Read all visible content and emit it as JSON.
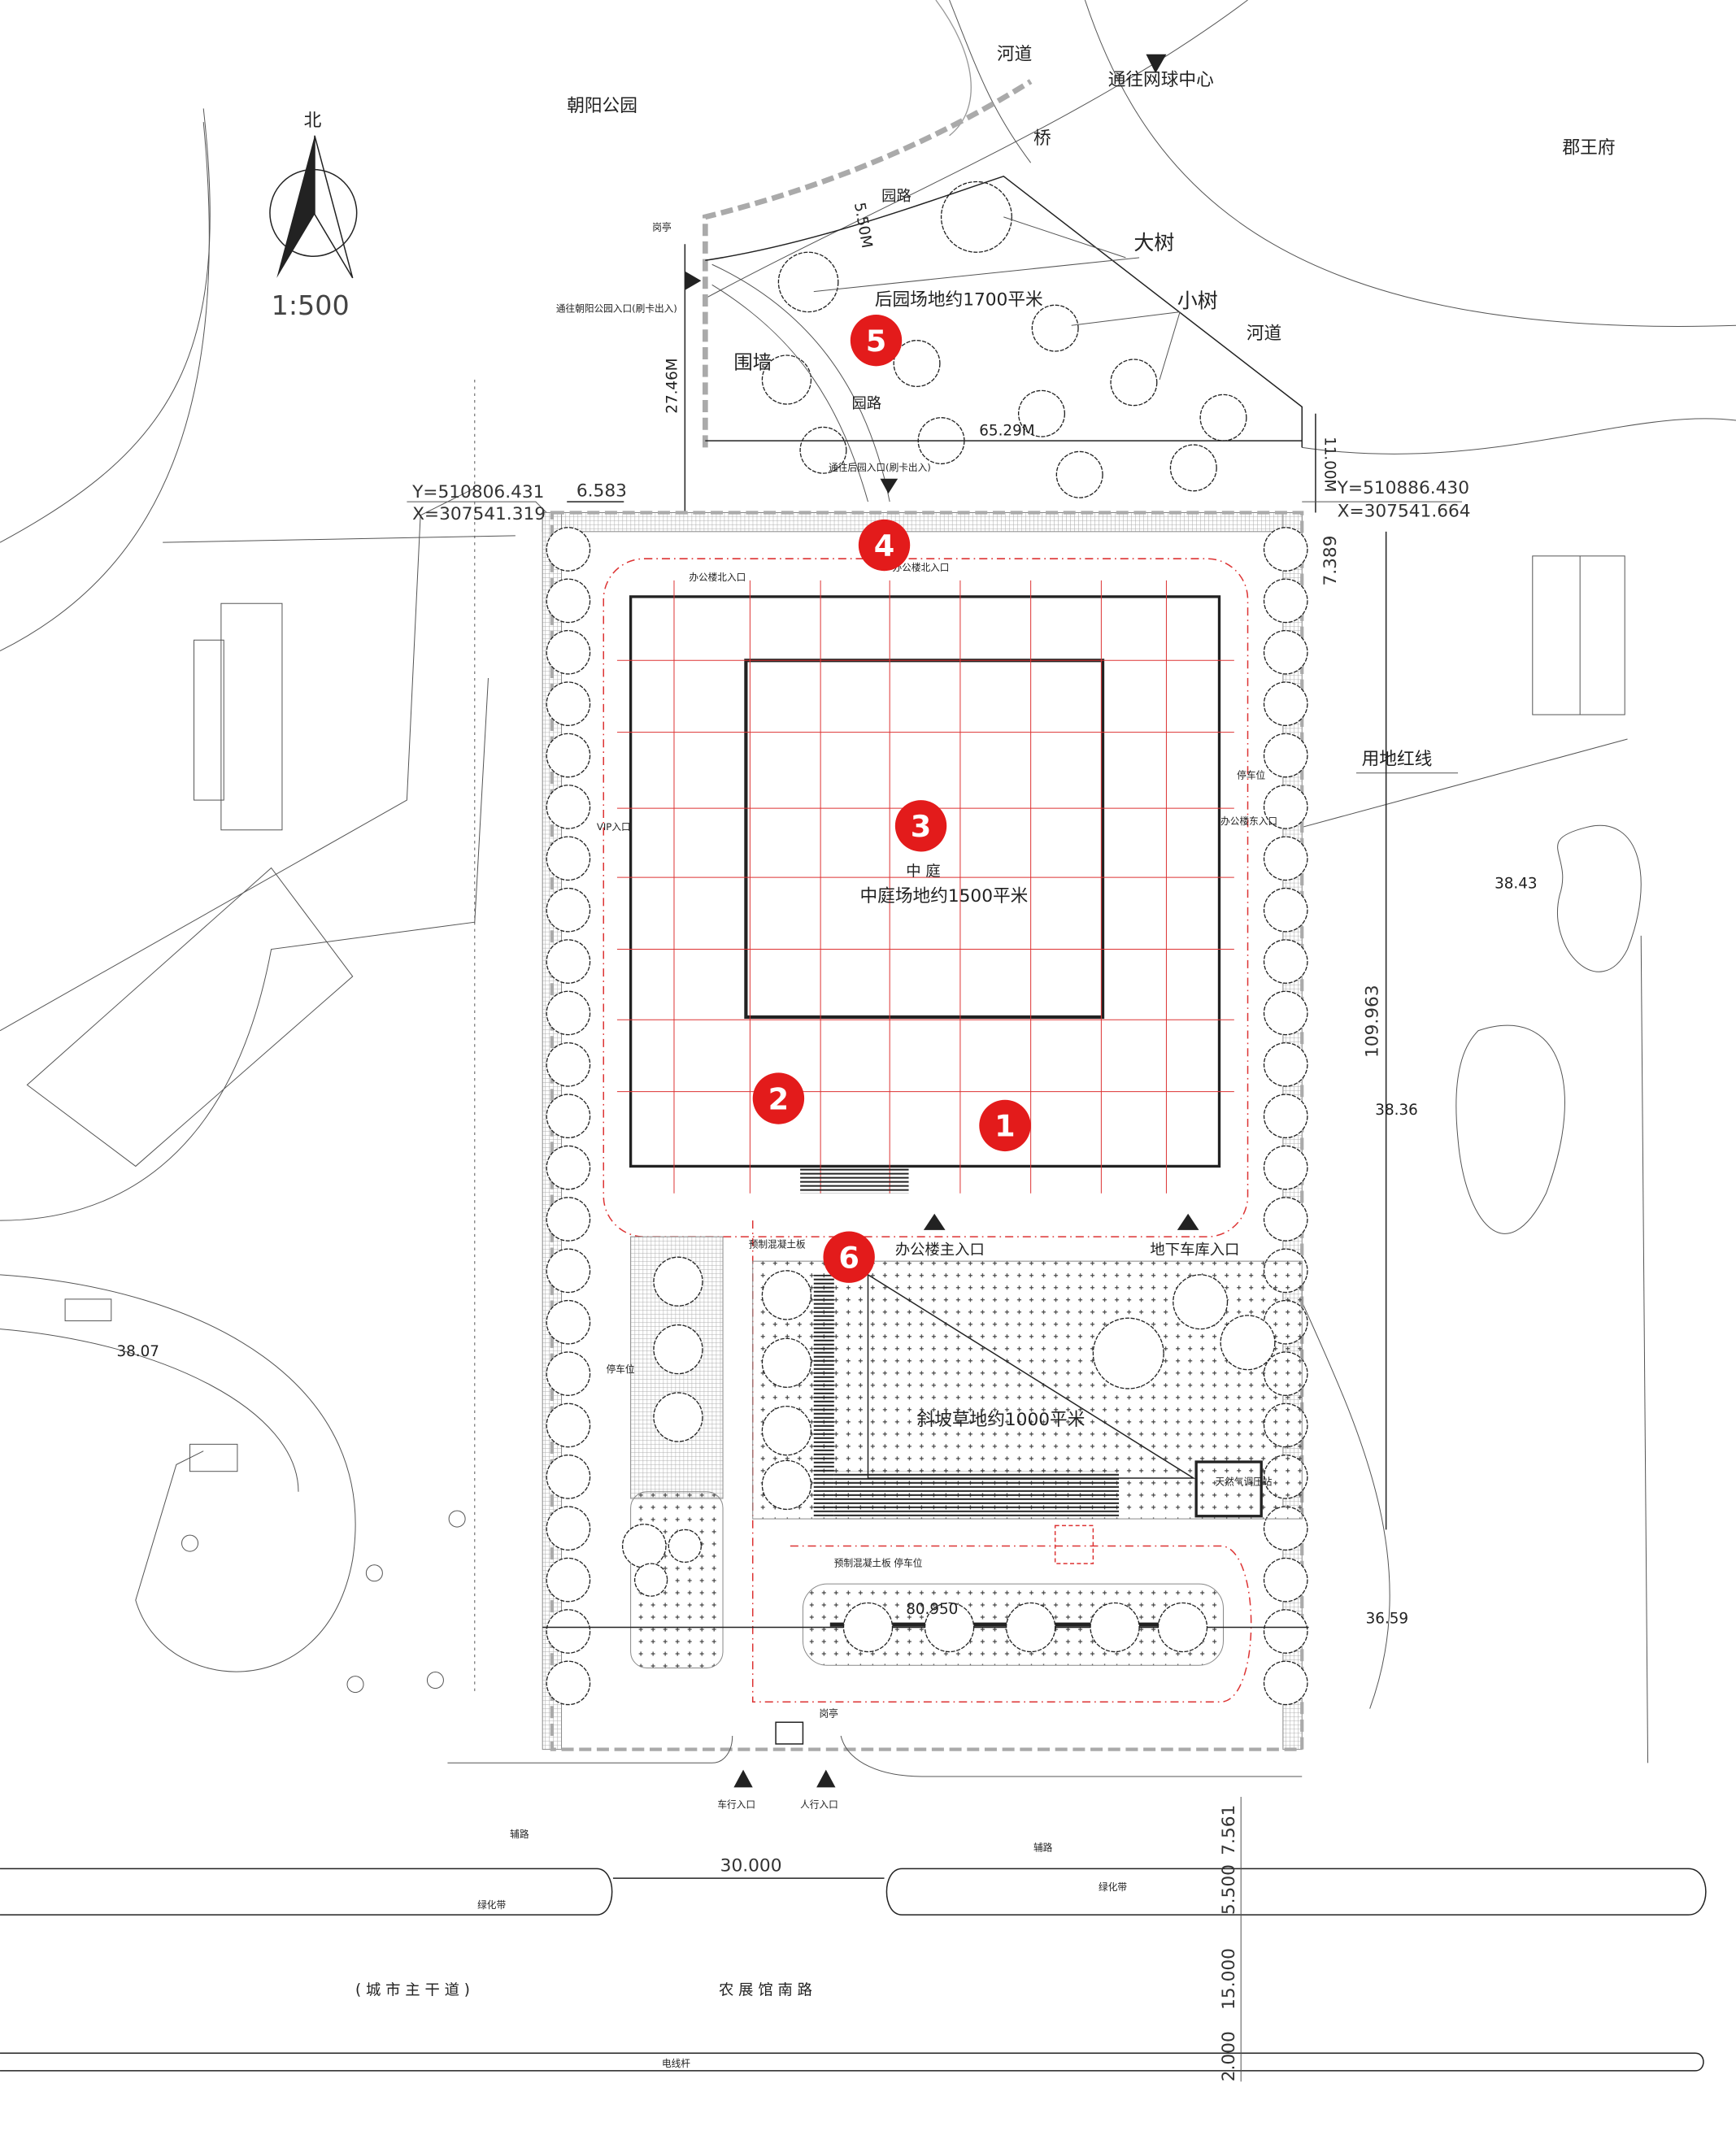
{
  "north_arrow": {
    "label": "北",
    "scale": "1:500"
  },
  "places": {
    "river_top": "河道",
    "tennis": "通往网球中心",
    "park": "朝阳公园",
    "bridge": "桥",
    "prince_mansion": "郡王府",
    "river_right": "河道",
    "red_line": "用地红线"
  },
  "back_garden": {
    "road1": "园路",
    "road2": "园路",
    "width_dim": "5.50M",
    "big_tree": "大树",
    "small_tree": "小树",
    "area_label": "后园场地约1700平米",
    "wall": "围墙",
    "park_entry": "通往朝阳公园入口(刷卡出入)",
    "garden_entry": "通往后园入口(刷卡出入)",
    "depth_dim": "27.46M",
    "length_dim": "65.29M",
    "right_dim": "11.00M",
    "guard": "岗亭"
  },
  "coordinates": {
    "left": {
      "y": "Y=510806.431",
      "x": "X=307541.319"
    },
    "right": {
      "y": "Y=510886.430",
      "x": "X=307541.664"
    }
  },
  "dimensions": {
    "left_offset": "6.583",
    "right_offset": "7.389",
    "site_depth": "109.963",
    "road_median": "30.000",
    "road_a": "7.561",
    "road_b": "5.500",
    "road_c": "15.000",
    "road_d": "2.000",
    "row_level": "80.950"
  },
  "elevations": [
    "38.43",
    "38.36",
    "38.07",
    "36.59"
  ],
  "building": {
    "north_entry": "办公楼北入口",
    "east_entry": "办公楼东入口",
    "vip_entry": "VIP入口",
    "courtyard": "中 庭",
    "courtyard_area": "中庭场地约1500平米",
    "main_entry": "办公楼主入口",
    "garage_entry": "地下车库入口",
    "parking": "停车位"
  },
  "front_area": {
    "precast": "预制混凝土板",
    "slope_lawn": "斜坡草地约1000平米",
    "gas_station": "天然气调压站",
    "precast_parking": "预制混凝土板 停车位",
    "parking_left": "停车位",
    "car_entry": "车行入口",
    "ped_entry": "人行入口",
    "gate": "岗亭"
  },
  "roads": {
    "aux_left": "辅路",
    "aux_right": "辅路",
    "green_left": "绿化带",
    "green_right": "绿化带",
    "main_road": "( 城 市 主 干 道 )",
    "road_name": "农 展 馆 南 路",
    "pole": "电线杆"
  },
  "markers": [
    "1",
    "2",
    "3",
    "4",
    "5",
    "6"
  ],
  "colors": {
    "marker": "#e31b1b",
    "red_line": "#dd3333"
  }
}
